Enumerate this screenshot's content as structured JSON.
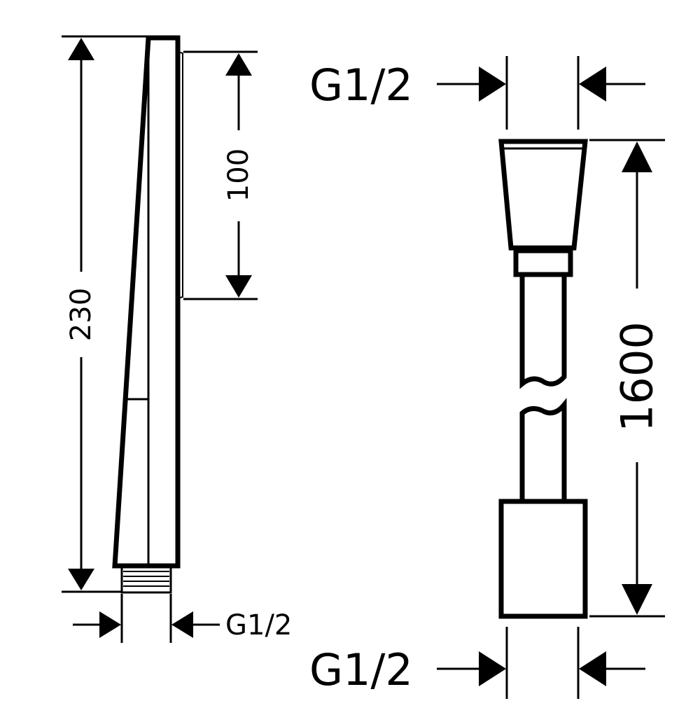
{
  "diagram": {
    "shower_head": {
      "total_length": "230",
      "spray_face_length": "100",
      "connection_thread": "G1/2"
    },
    "hose": {
      "length": "1600",
      "top_thread": "G1/2",
      "bottom_thread": "G1/2"
    },
    "colors": {
      "line": "#000000",
      "background": "#ffffff"
    }
  }
}
